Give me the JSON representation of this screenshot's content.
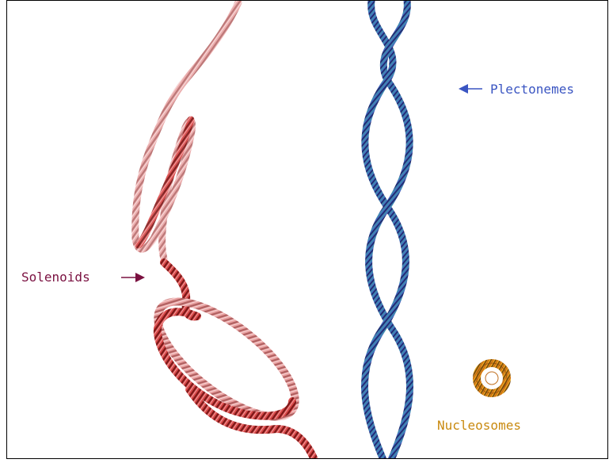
{
  "labels": {
    "plectonemes": "Plectonemes",
    "solenoids": "Solenoids",
    "nucleosomes": "Nucleosomes"
  },
  "colors": {
    "plectonemes": "#3a55c2",
    "solenoids": "#7a1040",
    "nucleosomes": "#c98a10",
    "solenoid_fiber": "#c83a3a",
    "plecto_fiber": "#3a5bb0",
    "nucleo_fiber": "#e0a020"
  },
  "icons": {
    "plecto_arrow": "left-arrow-icon",
    "soleno_arrow": "right-arrow-icon"
  }
}
